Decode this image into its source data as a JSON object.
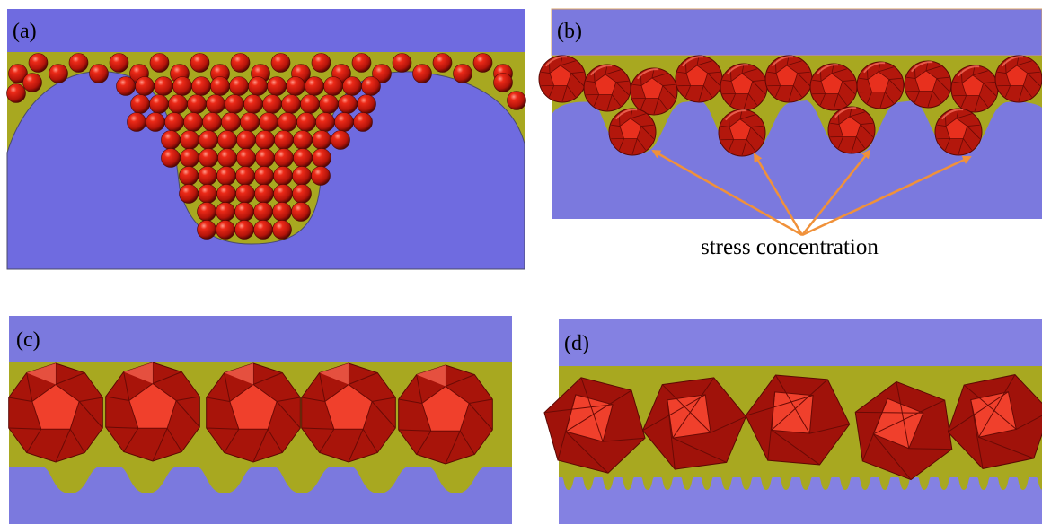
{
  "panels": [
    {
      "id": "a",
      "label": "(a)"
    },
    {
      "id": "b",
      "label": "(b)",
      "annotation": "stress concentration"
    },
    {
      "id": "c",
      "label": "(c)"
    },
    {
      "id": "d",
      "label": "(d)"
    }
  ],
  "colors": {
    "substrate": "#6f6be0",
    "substrate_light": "#8481e2",
    "matrix": "#a8a820",
    "particle": "#d11a0e",
    "particle_dark": "#7a0e07",
    "particle_highlight": "#ff6a5a",
    "arrow": "#f0913a"
  },
  "particle_shapes": {
    "a": "sphere",
    "b": "truncated-icosahedron",
    "c": "icosahedron",
    "d": "octahedron"
  }
}
